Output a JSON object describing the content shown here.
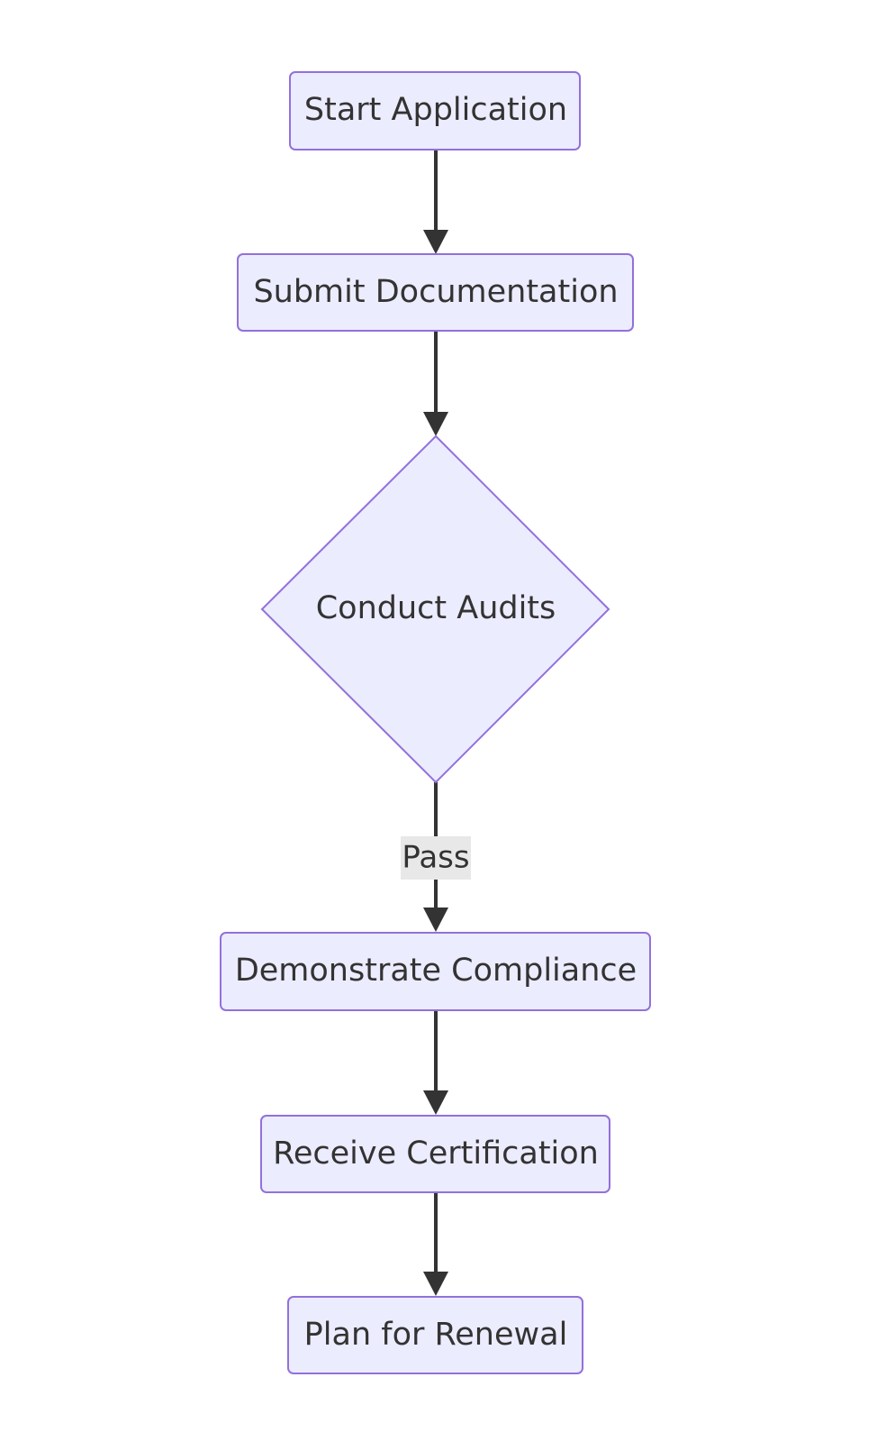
{
  "diagram": {
    "colors": {
      "node_fill": "#ECECFF",
      "node_stroke": "#9370DB",
      "edge": "#333333",
      "text": "#333333",
      "edge_label_bg": "#E8E8E8"
    },
    "nodes": [
      {
        "id": "start",
        "label": "Start Application",
        "shape": "rect"
      },
      {
        "id": "submit",
        "label": "Submit Documentation",
        "shape": "rect"
      },
      {
        "id": "audit",
        "label": "Conduct Audits",
        "shape": "diamond"
      },
      {
        "id": "comply",
        "label": "Demonstrate Compliance",
        "shape": "rect"
      },
      {
        "id": "cert",
        "label": "Receive Certification",
        "shape": "rect"
      },
      {
        "id": "renew",
        "label": "Plan for Renewal",
        "shape": "rect"
      }
    ],
    "edges": [
      {
        "from": "start",
        "to": "submit",
        "label": ""
      },
      {
        "from": "submit",
        "to": "audit",
        "label": ""
      },
      {
        "from": "audit",
        "to": "comply",
        "label": "Pass"
      },
      {
        "from": "comply",
        "to": "cert",
        "label": ""
      },
      {
        "from": "cert",
        "to": "renew",
        "label": ""
      }
    ]
  }
}
